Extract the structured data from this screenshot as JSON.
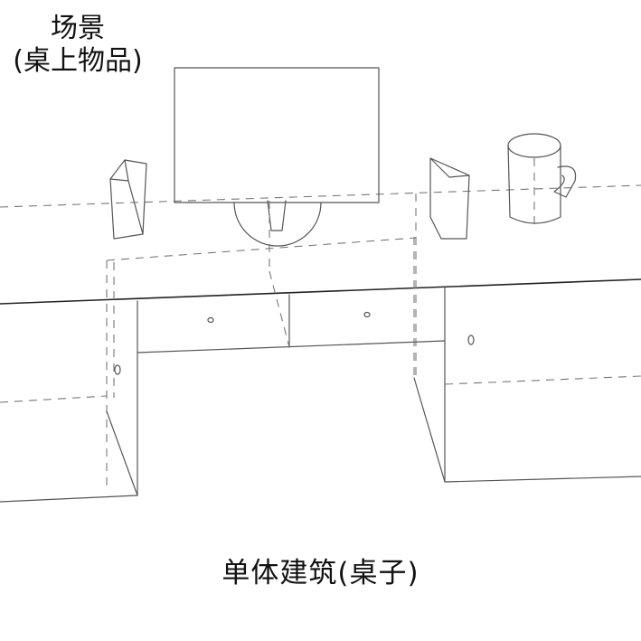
{
  "labels": {
    "scene_title": "场景",
    "scene_subtitle": "(桌上物品)",
    "bottom_caption": "单体建筑(桌子)"
  },
  "colors": {
    "background": "#ffffff",
    "ink": "#111111",
    "pencil": "#555555"
  }
}
